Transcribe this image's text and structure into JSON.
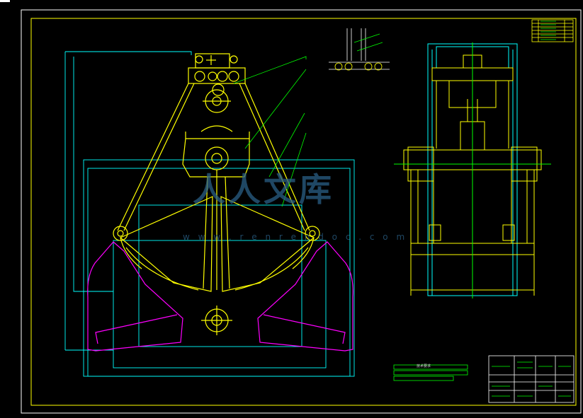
{
  "drawing": {
    "watermark_text": "人人文库",
    "watermark_url": "w w w . r e n r e n d o c . c o m",
    "tech_note_title": "技术要求"
  },
  "colors": {
    "background": "#000000",
    "frame": "#ffffff",
    "drawing_border": "#ffff00",
    "outline_cyan": "#00ffff",
    "gripper_yellow": "#ffff00",
    "bucket_magenta": "#ff00ff",
    "leader_green": "#00ff00",
    "text_white": "#ffffff"
  }
}
